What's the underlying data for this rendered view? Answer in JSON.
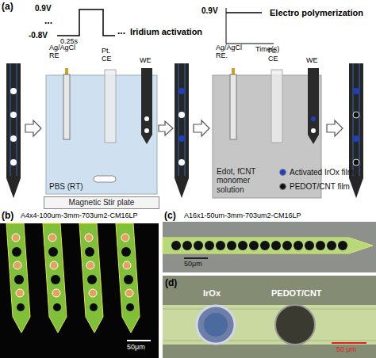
{
  "diagram": {
    "nodes": [
      {
        "text": [
          "PBS (RT)"
        ]
      },
      {
        "text": [
          "Magnetic Stir plate"
        ]
      },
      {
        "text": [
          "Edot, fCNT monomer solution"
        ]
      }
    ],
    "labels": [
      "(a)",
      "0.9V",
      "...",
      "-0.8V",
      "0.25s",
      "...",
      "Iridium activation",
      "0.9V",
      "Electro polymerization",
      "Time(s)",
      "Ag/AgCl RE",
      "Pt. CE",
      "WE",
      "Ag/AgCl RE.",
      "Pt. CE",
      "WE",
      "(b)",
      "A4x4-100um-3mm-703um2-CM16LP",
      "50μm",
      "(c)",
      "A16x1-50um-3mm-703um2-CM16LP",
      "50μm",
      "(d)",
      "IrOx",
      "PEDOT/CNT",
      "50 μm"
    ],
    "legend": [
      {
        "text": "Activated IrOx film",
        "color": "#1f3fbf"
      },
      {
        "text": "PEDOT/CNT film",
        "color": "#111111"
      }
    ]
  }
}
